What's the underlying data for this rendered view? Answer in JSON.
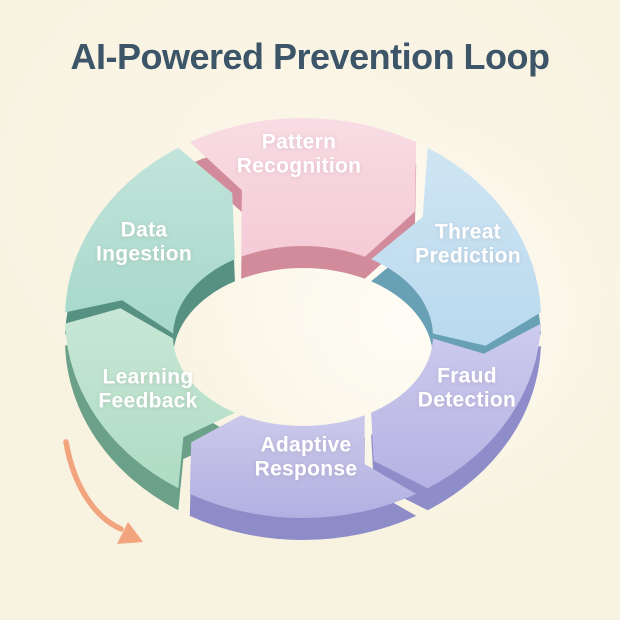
{
  "title": "AI-Powered Prevention Loop",
  "colors": {
    "background": "#f8f2e0",
    "title_text": "#3c5568",
    "flow_arrow": "#f2a47f",
    "label_text": "#ffffff"
  },
  "diagram": {
    "type": "cycle",
    "flow_direction": "clockwise",
    "segments": [
      {
        "label": "Pattern\nRecognition",
        "face_color": "#f5cbd7",
        "side_color": "#d28b9b",
        "start_angle": -30,
        "end_angle": 30
      },
      {
        "label": "Threat\nPrediction",
        "face_color": "#b9d9ee",
        "side_color": "#68a0b5",
        "start_angle": 30,
        "end_angle": 90
      },
      {
        "label": "Fraud\nDetection",
        "face_color": "#b5b2e4",
        "side_color": "#8f8cca",
        "start_angle": 90,
        "end_angle": 150
      },
      {
        "label": "Adaptive\nResponse",
        "face_color": "#b2b0e1",
        "side_color": "#8e8bc9",
        "start_angle": 150,
        "end_angle": 210
      },
      {
        "label": "Learning\nFeedback",
        "face_color": "#aedcc3",
        "side_color": "#6ba089",
        "start_angle": 210,
        "end_angle": 270
      },
      {
        "label": "Data\nIngestion",
        "face_color": "#a6d8ca",
        "side_color": "#569181",
        "start_angle": 270,
        "end_angle": 330
      }
    ]
  }
}
